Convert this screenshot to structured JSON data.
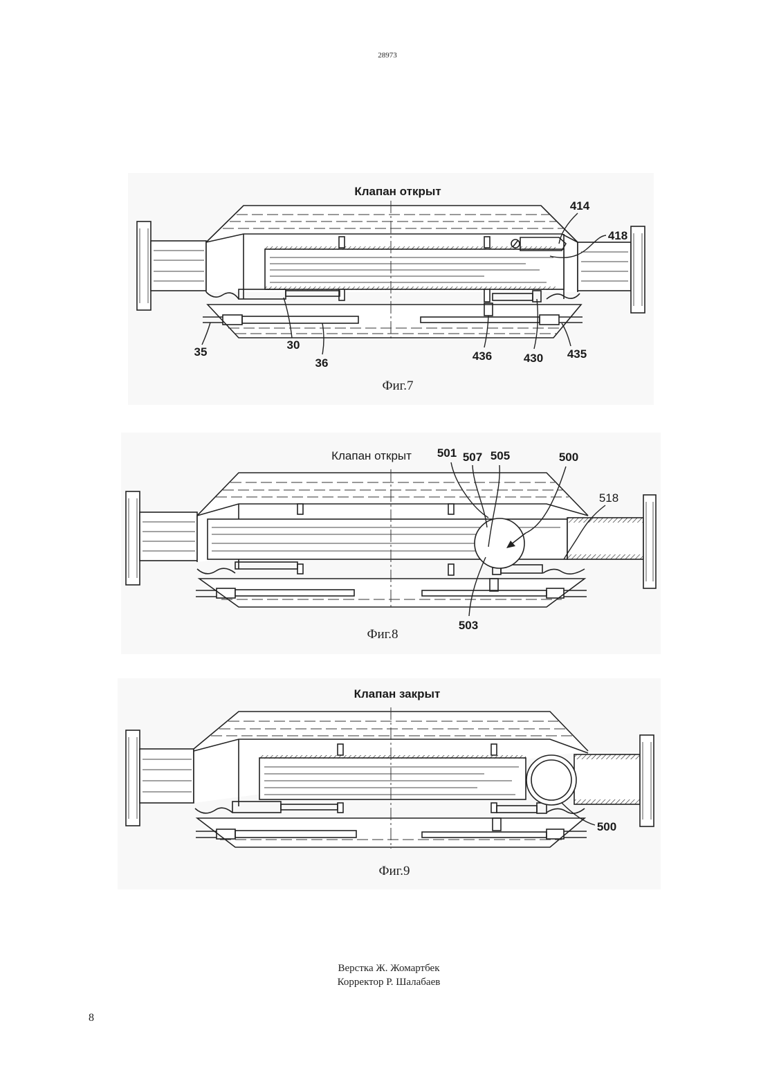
{
  "header": {
    "doc_number": "28973"
  },
  "figures": [
    {
      "title": "Клапан открыт",
      "caption": "Фиг.7",
      "labels": [
        "414",
        "418",
        "35",
        "30",
        "36",
        "436",
        "430",
        "435"
      ]
    },
    {
      "title": "Клапан открыт",
      "caption": "Фиг.8",
      "labels": [
        "501",
        "507",
        "505",
        "500",
        "518",
        "503"
      ]
    },
    {
      "title": "Клапан закрыт",
      "caption": "Фиг.9",
      "labels": [
        "500"
      ]
    }
  ],
  "footer": {
    "layout_credit": "Верстка Ж. Жомартбек",
    "proofreader_credit": "Корректор Р. Шалабаев"
  },
  "page_number": "8",
  "colors": {
    "ink": "#1f1f1f",
    "paper": "#ffffff"
  }
}
